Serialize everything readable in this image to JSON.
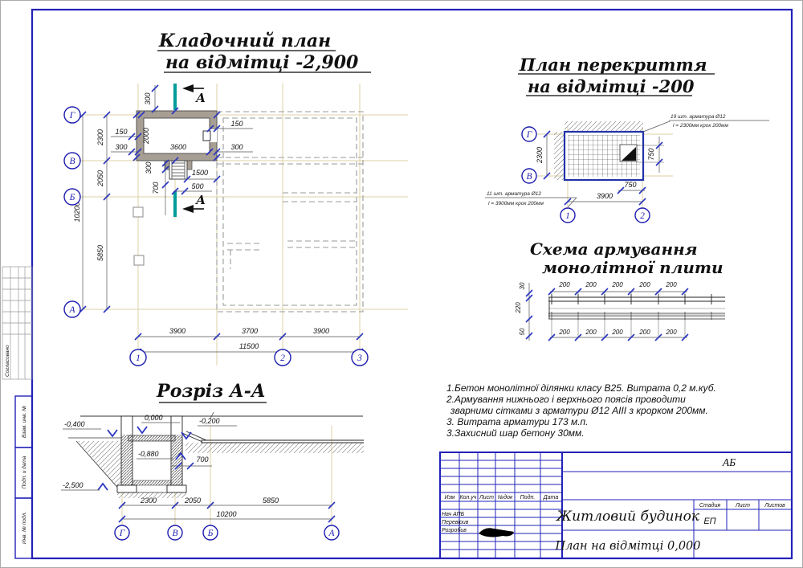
{
  "colors": {
    "frame_blue": "#2222b8",
    "tick_blue": "#2a35c0",
    "section_teal": "#009b9b",
    "axis_tan": "#dcd2a6",
    "wall_grey": "#a79e94"
  },
  "margin": {
    "agreed": "Согласовано",
    "box1": "Взам. инв. №",
    "box2": "Подп. и дата",
    "box3": "Инв. № подл."
  },
  "masonry": {
    "title1": "Кладочний план",
    "title2": "на відмітці -2,900",
    "section_mark": "А",
    "rows": [
      "Г",
      "В",
      "Б",
      "А"
    ],
    "cols": [
      "1",
      "2",
      "3"
    ],
    "d_top300": "300",
    "d_l150": "150",
    "d_l300": "300",
    "d_2000": "2000",
    "d_3600": "3600",
    "d_r150": "150",
    "d_r300": "300",
    "d_b300": "300",
    "d_b700": "700",
    "d_1500": "1500",
    "d_500": "500",
    "d_2300": "2300",
    "d_2050": "2050",
    "d_5850": "5850",
    "d_10200": "10200",
    "d_39a": "3900",
    "d_3700": "3700",
    "d_39b": "3900",
    "d_11500": "11500"
  },
  "slab": {
    "title1": "План перекриття",
    "title2": "на відмітці -200",
    "rows": [
      "Г",
      "В"
    ],
    "cols": [
      "1",
      "2"
    ],
    "note_t1": "19 шт. арматура Ø12",
    "note_t2": "l = 2300мм крок 200мм",
    "note_b1": "11 шт. арматура Ø12",
    "note_b2": "l = 3900мм крок 200мм",
    "d_2300": "2300",
    "d_3900": "3900",
    "d_750r": "750",
    "d_750b": "750"
  },
  "scheme": {
    "title1": "Схема армування",
    "title2": "монолітної плити",
    "top": [
      "200",
      "200",
      "200",
      "200",
      "200"
    ],
    "bottom": [
      "200",
      "200",
      "200",
      "200",
      "200"
    ],
    "d_30": "30",
    "d_220": "220",
    "d_50": "50"
  },
  "sec": {
    "title": "Розріз А-А",
    "lvl0": "0,000",
    "lvl04": "-0,400",
    "lvl02": "-0,200",
    "lvl088": "-0,880",
    "lvl25": "-2,500",
    "d_700": "700",
    "d_2300": "2300",
    "d_2050": "2050",
    "d_5850": "5850",
    "d_10200": "10200",
    "axes": [
      "Г",
      "В",
      "Б",
      "А"
    ]
  },
  "notes": {
    "l1": "1.Бетон монолітної ділянки класу В25. Витрата 0,2 м.куб.",
    "l2": "2.Армування нижнього і верхнього поясів проводити",
    "l3": "зварними сітками з арматури Ø12 АІІІ з крорком 200мм.",
    "l4": "3. Витрата арматури 173 м.п.",
    "l5": "3.Захисний шар бетону 30мм."
  },
  "tb": {
    "code": "АБ",
    "stage": "ЕП",
    "project": "Житловий будинок",
    "sheet_title": "План на відмітці 0,000",
    "h_izm": "Изм",
    "h_kol": "Кол.уч",
    "h_list": "Лист",
    "h_ndok": "№док",
    "h_podp": "Подп.",
    "h_data": "Дата",
    "r1": "Нач АПБ",
    "r2": "Перевірив",
    "r3": "Розробив",
    "stage_h1": "Стадия",
    "stage_h2": "Лист",
    "stage_h3": "Листов"
  }
}
